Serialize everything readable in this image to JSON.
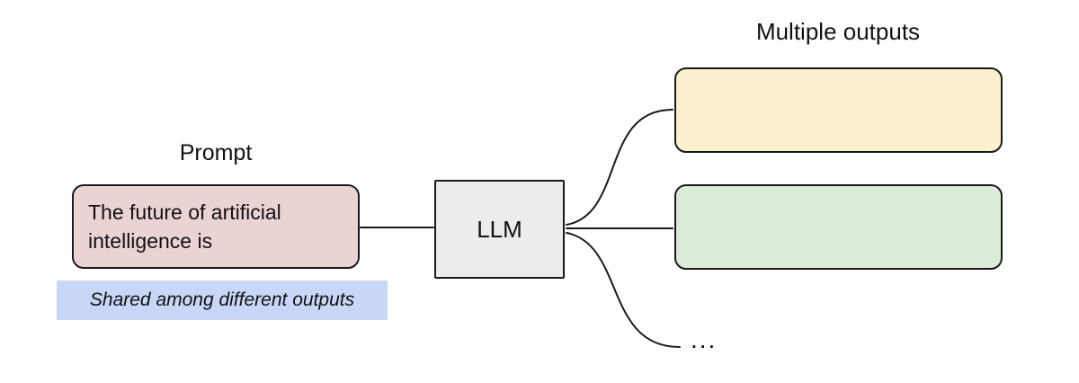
{
  "diagram": {
    "prompt": {
      "label": "Prompt",
      "text": "The future of artificial intelligence is",
      "note": "Shared among different outputs"
    },
    "llm": {
      "label": "LLM"
    },
    "outputs": {
      "label": "Multiple outputs",
      "ellipsis": "..."
    },
    "colors": {
      "prompt_fill": "#ecd3d3",
      "note_fill": "#c9d6f7",
      "llm_fill": "#ececec",
      "output1_fill": "#faf0cd",
      "output2_fill": "#dcead8",
      "stroke": "#1a1a1a"
    }
  }
}
